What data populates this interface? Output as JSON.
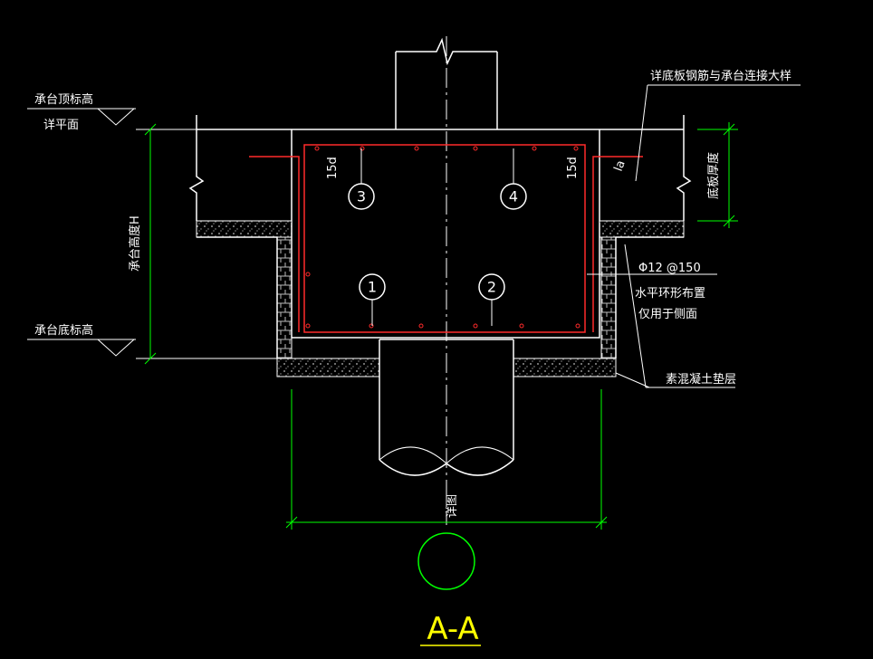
{
  "labels": {
    "top_elev": "承台顶标高",
    "top_elev_note": "详平面",
    "bottom_elev": "承台底标高",
    "height": "承台高度H",
    "slab_detail": "详底板钢筋与承台连接大样",
    "slab_thickness": "底板厚度",
    "rebar_spec": "Φ12 @150",
    "rebar_note1": "水平环形布置",
    "rebar_note2": "仅用于侧面",
    "cushion": "素混凝土垫层",
    "detail": "详图",
    "anchor_left": "15d",
    "anchor_right": "15d",
    "la_mark": "la",
    "title": "A-A"
  },
  "markers": [
    "1",
    "2",
    "3",
    "4"
  ],
  "colors": {
    "background": "#000000",
    "lines": "#ffffff",
    "rebar": "#ff2a2a",
    "dimension": "#00ff00",
    "title": "#ffff00"
  }
}
